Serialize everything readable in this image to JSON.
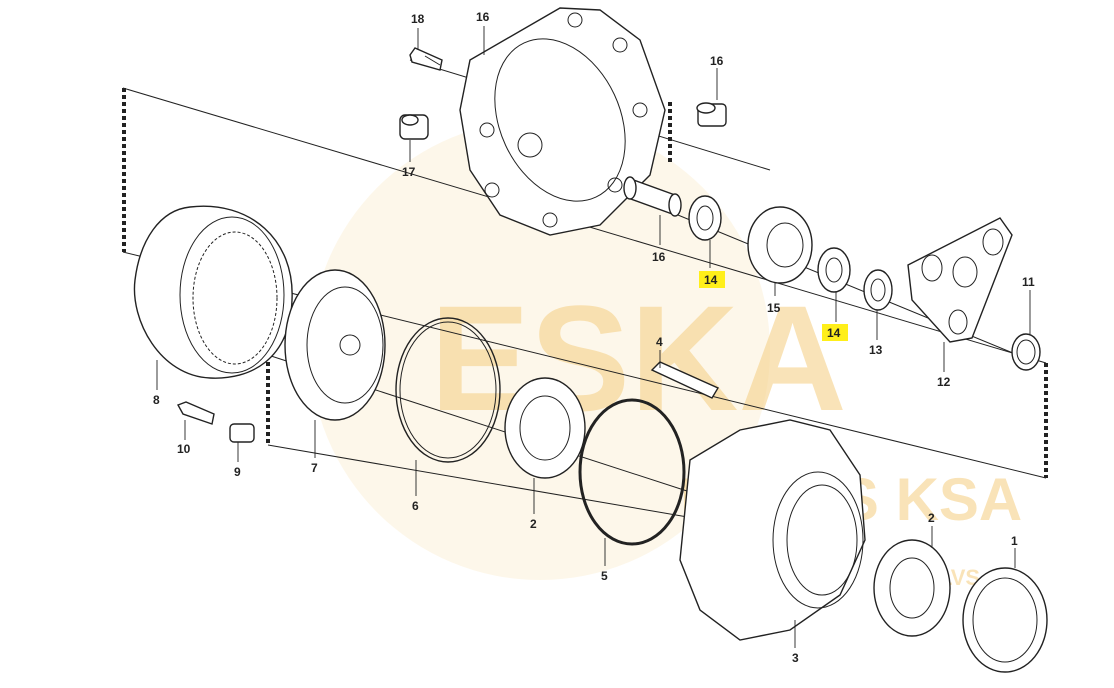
{
  "watermark": {
    "brand": "ESKA",
    "line2": "PARTS KSA",
    "line3": "VALVS",
    "color": "#f6d28a"
  },
  "highlight_color": "#ffef1a",
  "callouts": [
    {
      "id": "c18",
      "text": "18",
      "highlight": false
    },
    {
      "id": "c16a",
      "text": "16",
      "highlight": false
    },
    {
      "id": "c16b",
      "text": "16",
      "highlight": false
    },
    {
      "id": "c17",
      "text": "17",
      "highlight": false
    },
    {
      "id": "c16c",
      "text": "16",
      "highlight": false
    },
    {
      "id": "c14a",
      "text": "14",
      "highlight": true
    },
    {
      "id": "c15",
      "text": "15",
      "highlight": false
    },
    {
      "id": "c14b",
      "text": "14",
      "highlight": true
    },
    {
      "id": "c13",
      "text": "13",
      "highlight": false
    },
    {
      "id": "c12",
      "text": "12",
      "highlight": false
    },
    {
      "id": "c11",
      "text": "11",
      "highlight": false
    },
    {
      "id": "c8",
      "text": "8",
      "highlight": false
    },
    {
      "id": "c10",
      "text": "10",
      "highlight": false
    },
    {
      "id": "c9",
      "text": "9",
      "highlight": false
    },
    {
      "id": "c7",
      "text": "7",
      "highlight": false
    },
    {
      "id": "c6",
      "text": "6",
      "highlight": false
    },
    {
      "id": "c4",
      "text": "4",
      "highlight": false
    },
    {
      "id": "c2a",
      "text": "2",
      "highlight": false
    },
    {
      "id": "c5",
      "text": "5",
      "highlight": false
    },
    {
      "id": "c3",
      "text": "3",
      "highlight": false
    },
    {
      "id": "c2b",
      "text": "2",
      "highlight": false
    },
    {
      "id": "c1",
      "text": "1",
      "highlight": false
    }
  ]
}
